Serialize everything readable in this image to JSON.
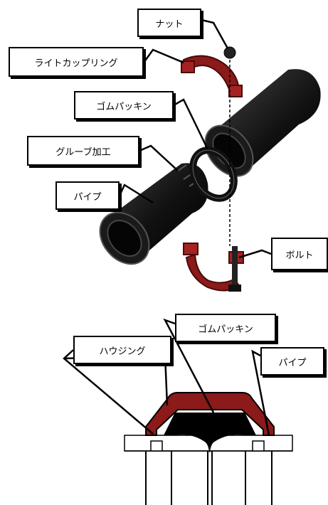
{
  "labels": {
    "nut": "ナット",
    "coupling": "ライトカップリング",
    "gasket_top": "ゴムパッキン",
    "groove": "グルーブ加工",
    "pipe_top": "パイプ",
    "bolt": "ボルト",
    "gasket_bottom": "ゴムパッキン",
    "housing": "ハウジング",
    "pipe_bottom": "パイプ"
  },
  "colors": {
    "coupling_red": "#8b1a1a",
    "pipe_black": "#111111",
    "line": "#000000"
  }
}
